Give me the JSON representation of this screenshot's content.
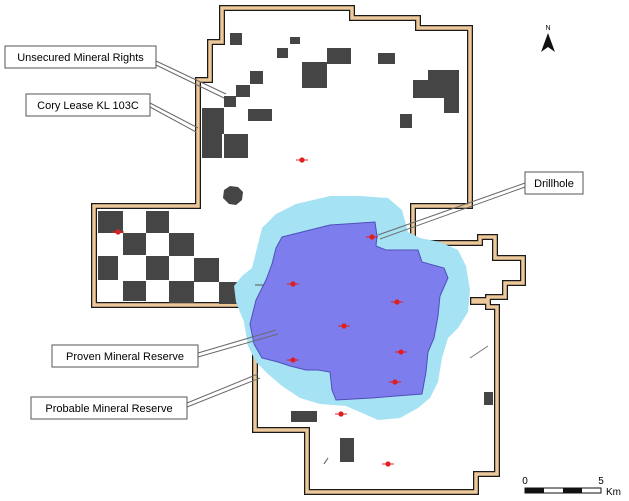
{
  "labels": {
    "unsecured": "Unsecured Mineral Rights",
    "lease": "Cory Lease KL 103C",
    "drillhole": "Drillhole",
    "proven": "Proven Mineral Reserve",
    "probable": "Probable Mineral Reserve"
  },
  "north_arrow": {
    "label": "N"
  },
  "scale_bar": {
    "start": "0",
    "end": "5",
    "unit": "Km"
  },
  "colors": {
    "lease_outline": "#ecc89a",
    "lease_outline_dark": "#1a1a1a",
    "unsecured": "#454545",
    "proven": "#7d7dee",
    "probable": "#a5e2f4",
    "drillhole": "#e02020"
  }
}
